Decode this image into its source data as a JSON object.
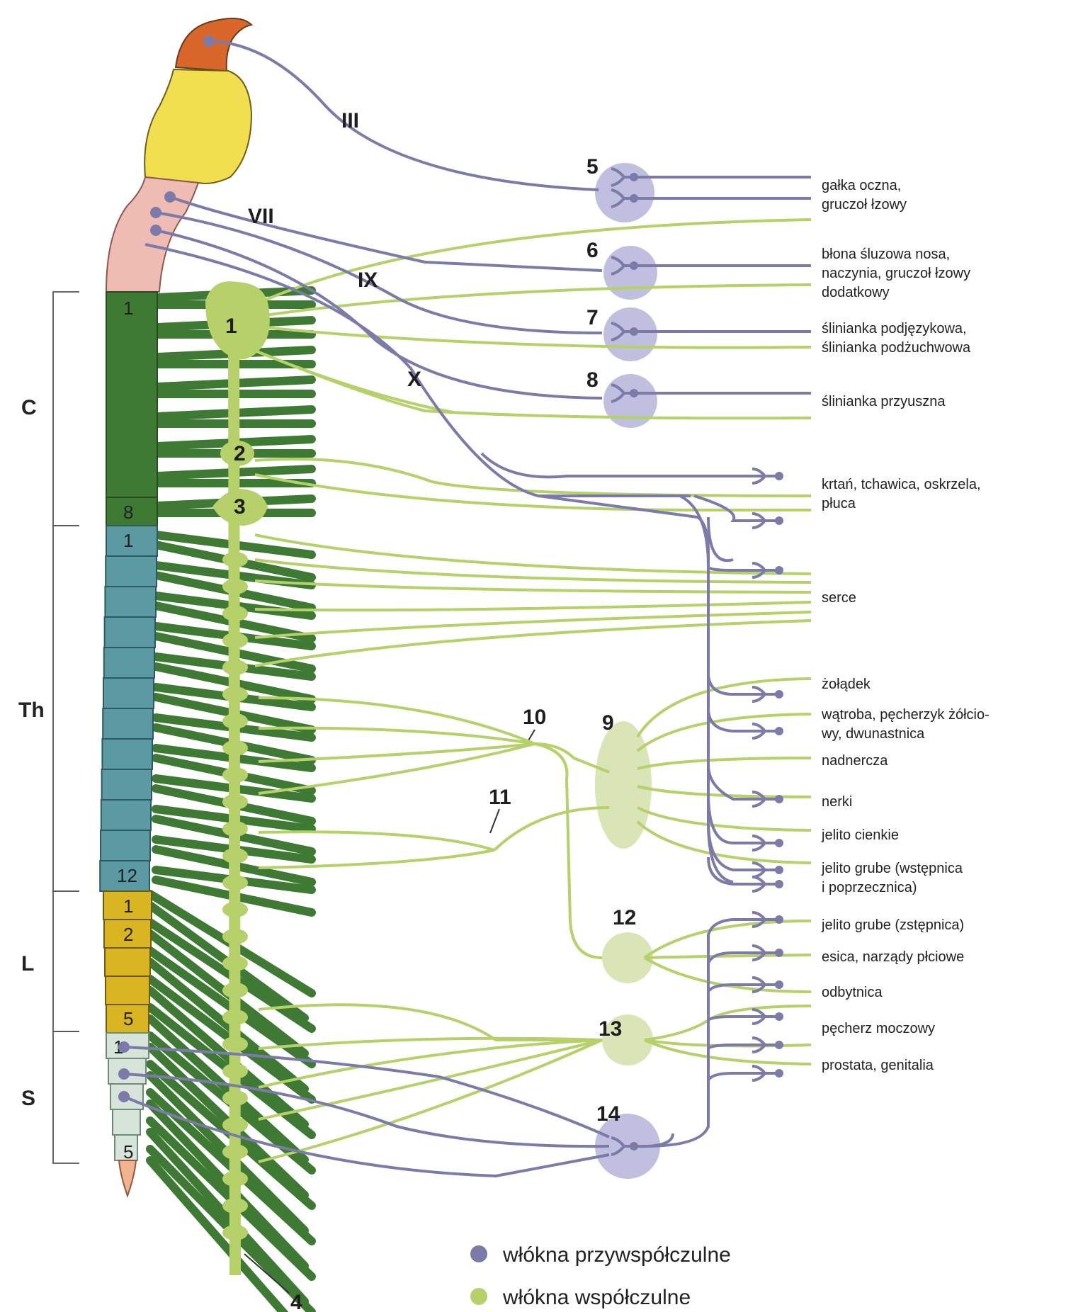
{
  "regions": {
    "c": "C",
    "th": "Th",
    "l": "L",
    "s": "S"
  },
  "segments": {
    "c1": "1",
    "c8": "8",
    "th1": "1",
    "th12": "12",
    "l1": "1",
    "l2": "2",
    "l5": "5",
    "s1": "1",
    "s5": "5"
  },
  "cranial_nerves": {
    "iii": "III",
    "vii": "VII",
    "ix": "IX",
    "x": "X"
  },
  "ganglia": {
    "g1": "1",
    "g2": "2",
    "g3": "3",
    "g4": "4",
    "g5": "5",
    "g6": "6",
    "g7": "7",
    "g8": "8",
    "g9": "9",
    "g10": "10",
    "g11": "11",
    "g12": "12",
    "g13": "13",
    "g14": "14"
  },
  "organs": {
    "eye_1": "gałka oczna,",
    "eye_2": "gruczoł łzowy",
    "nose_1": "błona śluzowa nosa,",
    "nose_2": "naczynia, gruczoł łzowy",
    "nose_3": "dodatkowy",
    "sublingual_1": "ślinianka podjęzykowa,",
    "sublingual_2": "ślinianka podżuchwowa",
    "parotid": "ślinianka przyuszna",
    "lungs_1": "krtań, tchawica, oskrzela,",
    "lungs_2": "płuca",
    "heart": "serce",
    "stomach": "żołądek",
    "liver_1": "wątroba, pęcherzyk żółcio-",
    "liver_2": "wy, dwunastnica",
    "adrenal": "nadnercza",
    "kidneys": "nerki",
    "small_int": "jelito cienkie",
    "large_int_1": "jelito grube (wstępnica",
    "large_int_2": "i poprzecznica)",
    "descending": "jelito grube (zstępnica)",
    "sigmoid": "esica, narządy płciowe",
    "rectum": "odbytnica",
    "bladder": "pęcherz moczowy",
    "prostate": "prostata, genitalia"
  },
  "legend": {
    "para": "włókna przywspółczulne",
    "symp": "włókna współczulne"
  },
  "colors": {
    "parasympathetic": "#7b7aa8",
    "sympathetic": "#b6d06a",
    "spinal_green": "#3f7a35",
    "thoracic": "#5b9aa3",
    "lumbar": "#d9b521",
    "sacral": "#d6e4da",
    "midbrain": "#d9672c",
    "pons": "#f1df4f",
    "medulla": "#efbcb3"
  }
}
